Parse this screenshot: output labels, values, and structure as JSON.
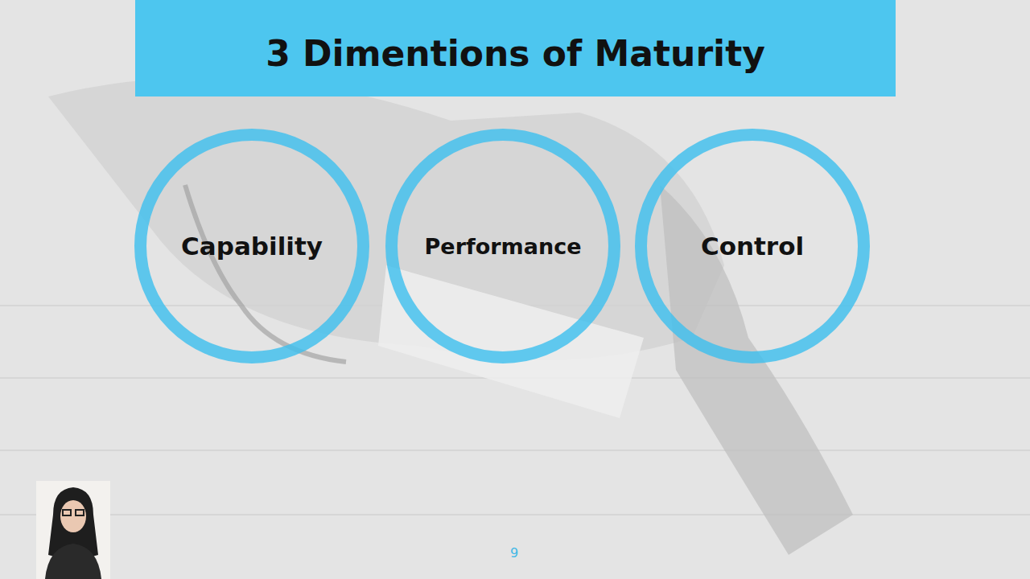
{
  "diagram": {
    "title": "3 Dimentions of Maturity",
    "nodes": [
      {
        "text": [
          "Capability"
        ]
      },
      {
        "text": [
          "Performance"
        ]
      },
      {
        "text": [
          "Control"
        ]
      }
    ],
    "labels": [
      "9"
    ]
  }
}
